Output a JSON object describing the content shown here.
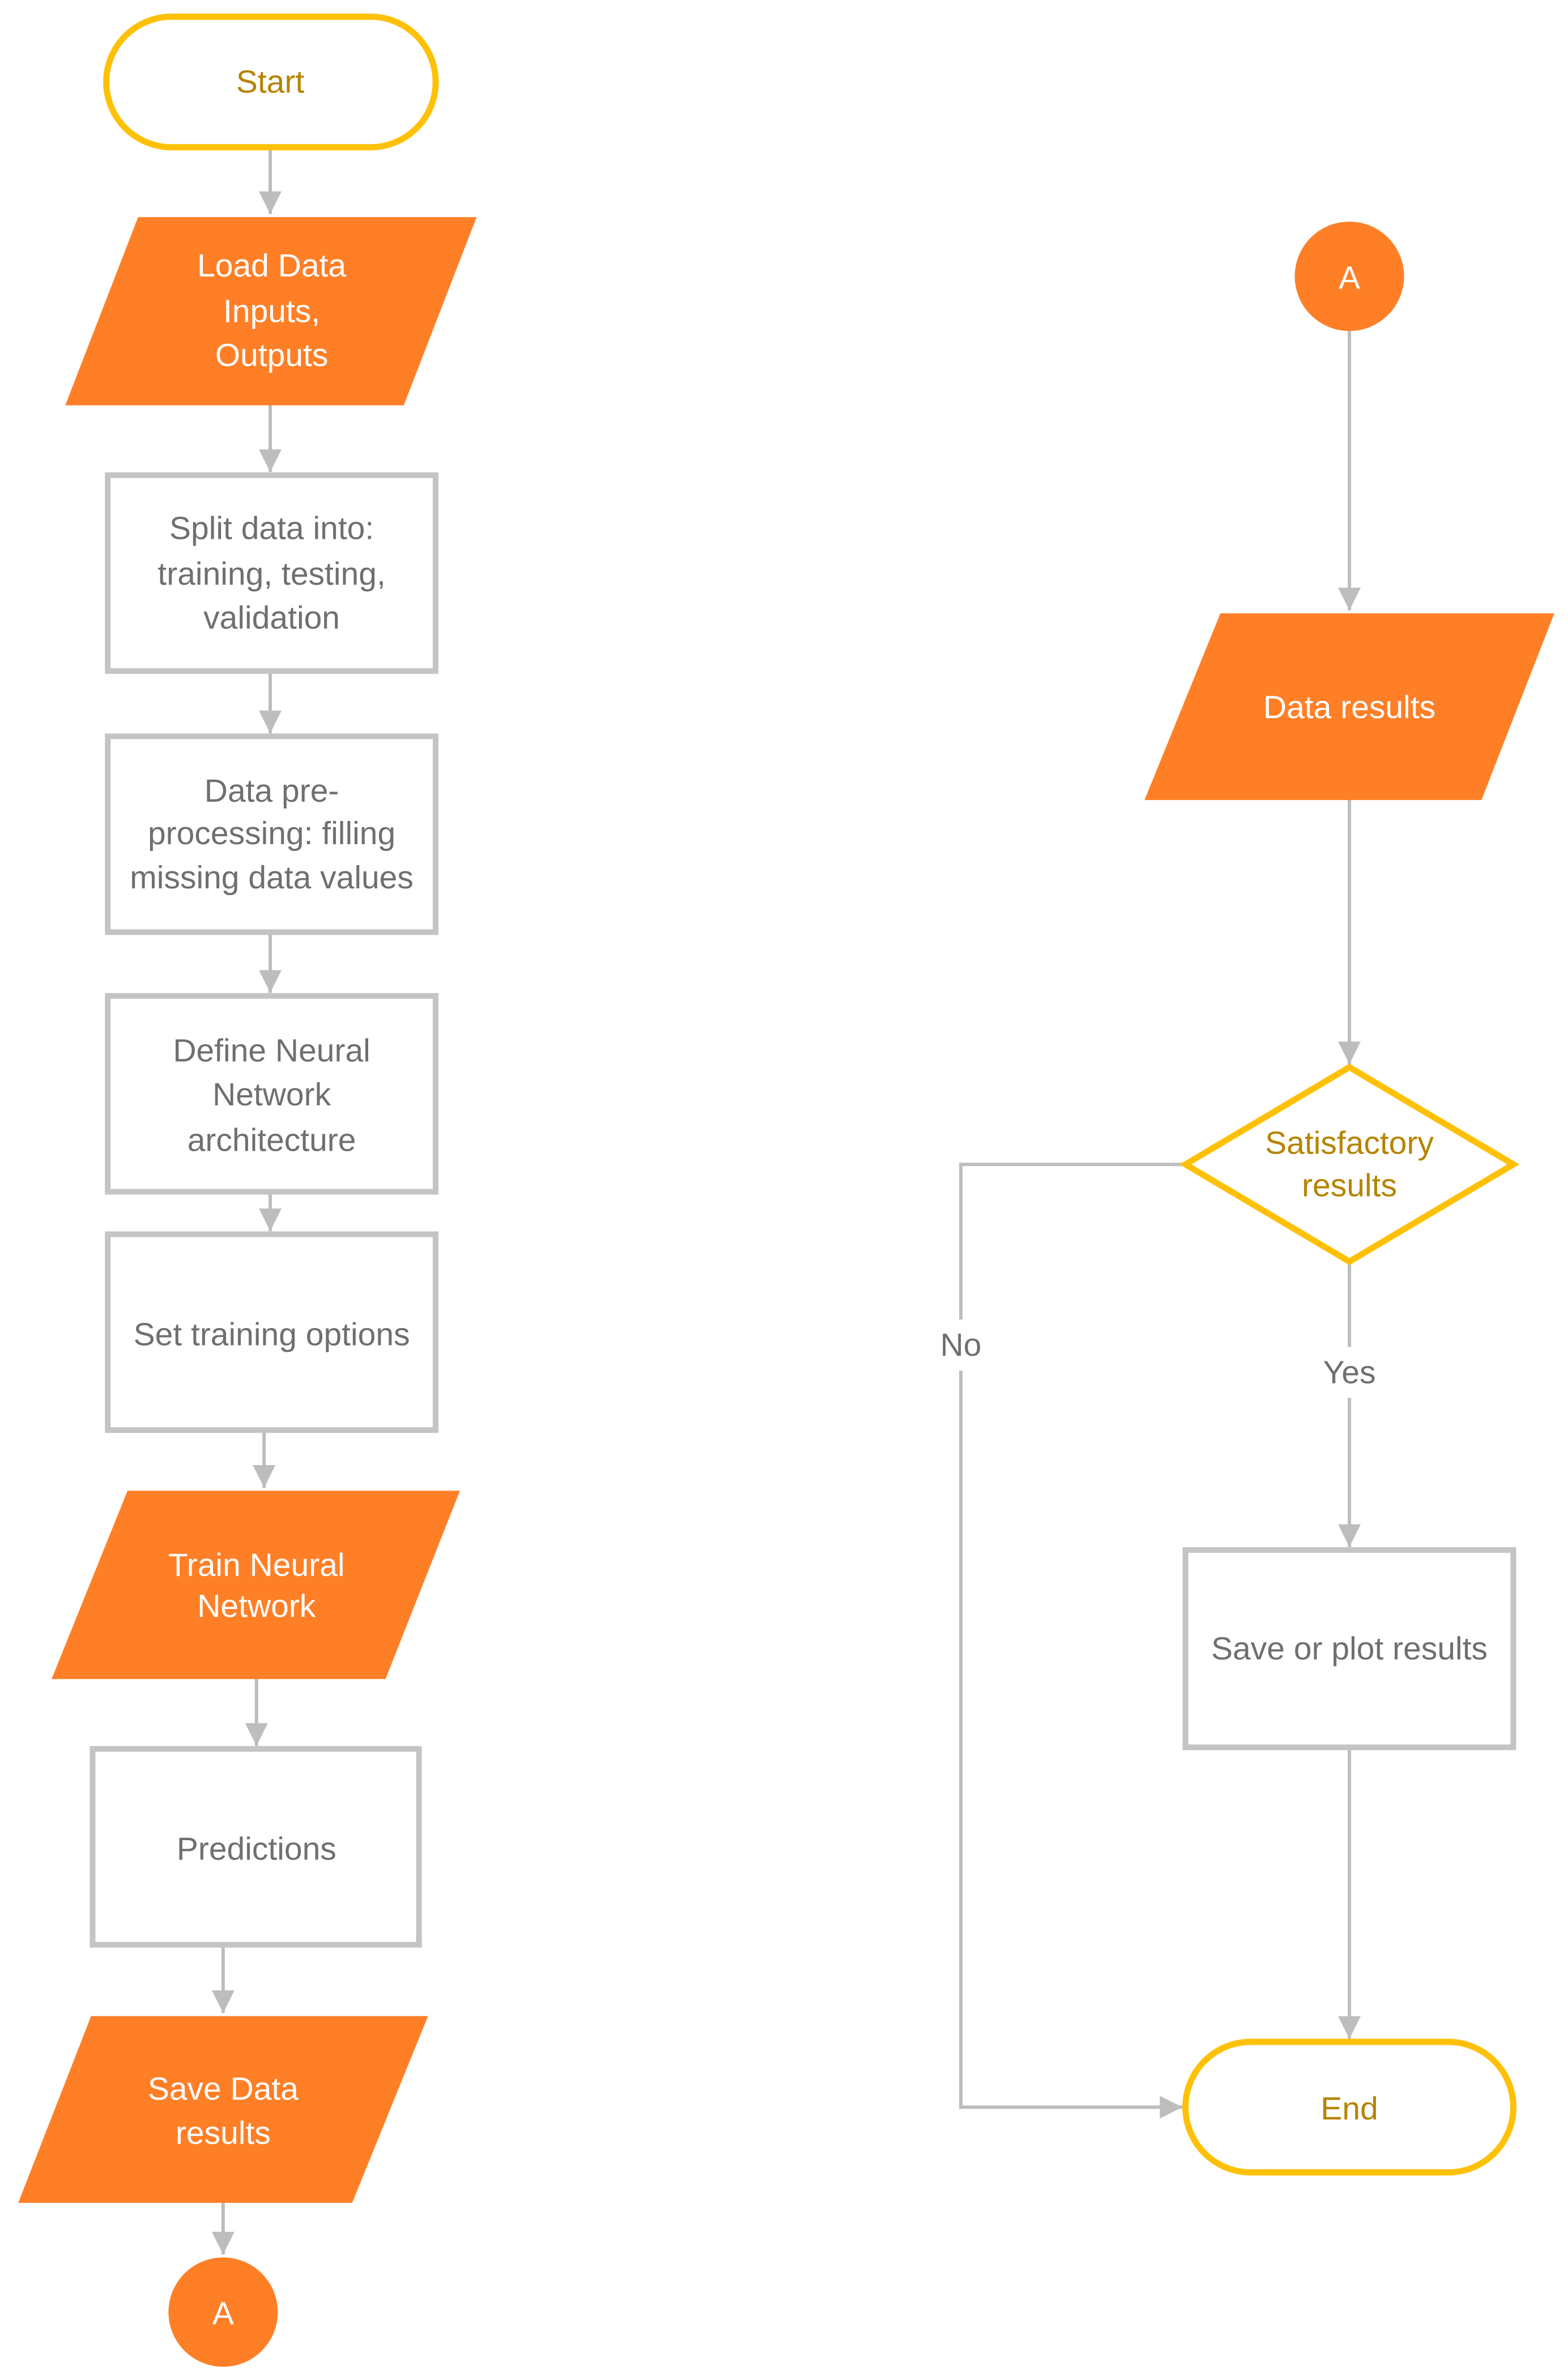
{
  "colors": {
    "terminator_stroke": "#ffc107",
    "terminator_text": "#b58400",
    "io_fill": "#ff7f27",
    "io_text": "#ffffff",
    "process_stroke": "#c4c4c4",
    "process_text": "#6f6f6f",
    "connector": "#bdbdbd",
    "decision_stroke": "#ffc107"
  },
  "nodes": {
    "start": {
      "type": "terminator",
      "lines": [
        "Start"
      ]
    },
    "load_data": {
      "type": "io",
      "lines": [
        "Load Data",
        "Inputs,",
        "Outputs"
      ]
    },
    "split_data": {
      "type": "process",
      "lines": [
        "Split data into:",
        "training, testing,",
        "validation"
      ]
    },
    "preprocess": {
      "type": "process",
      "lines": [
        "Data pre-",
        "processing: filling",
        "missing data values"
      ]
    },
    "define_nn": {
      "type": "process",
      "lines": [
        "Define Neural",
        "Network",
        "architecture"
      ]
    },
    "set_options": {
      "type": "process",
      "lines": [
        "Set training options"
      ]
    },
    "train_nn": {
      "type": "io",
      "lines": [
        "Train Neural",
        "Network"
      ]
    },
    "predictions": {
      "type": "process",
      "lines": [
        "Predictions"
      ]
    },
    "save_data": {
      "type": "io",
      "lines": [
        "Save Data",
        "results"
      ]
    },
    "connector_a_left": {
      "type": "connector",
      "lines": [
        "A"
      ]
    },
    "connector_a_right": {
      "type": "connector",
      "lines": [
        "A"
      ]
    },
    "data_results": {
      "type": "io",
      "lines": [
        "Data results"
      ]
    },
    "satisfactory": {
      "type": "decision",
      "lines": [
        "Satisfactory",
        "results"
      ]
    },
    "save_plot": {
      "type": "process",
      "lines": [
        "Save or plot results"
      ]
    },
    "end": {
      "type": "terminator",
      "lines": [
        "End"
      ]
    }
  },
  "edges": [
    {
      "from": "start",
      "to": "load_data",
      "label": ""
    },
    {
      "from": "load_data",
      "to": "split_data",
      "label": ""
    },
    {
      "from": "split_data",
      "to": "preprocess",
      "label": ""
    },
    {
      "from": "preprocess",
      "to": "define_nn",
      "label": ""
    },
    {
      "from": "define_nn",
      "to": "set_options",
      "label": ""
    },
    {
      "from": "set_options",
      "to": "train_nn",
      "label": ""
    },
    {
      "from": "train_nn",
      "to": "predictions",
      "label": ""
    },
    {
      "from": "predictions",
      "to": "save_data",
      "label": ""
    },
    {
      "from": "save_data",
      "to": "connector_a_left",
      "label": ""
    },
    {
      "from": "connector_a_right",
      "to": "data_results",
      "label": ""
    },
    {
      "from": "data_results",
      "to": "satisfactory",
      "label": ""
    },
    {
      "from": "satisfactory",
      "to": "save_plot",
      "label": "Yes"
    },
    {
      "from": "satisfactory",
      "to": "end",
      "label": "No"
    },
    {
      "from": "save_plot",
      "to": "end",
      "label": ""
    }
  ]
}
